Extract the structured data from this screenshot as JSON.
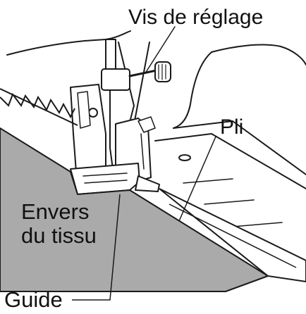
{
  "labels": {
    "adjust_screw": "Vis de réglage",
    "fold": "Pli",
    "fabric_back_line1": "Envers",
    "fabric_back_line2": "du tissu",
    "guide": "Guide"
  },
  "colors": {
    "fabric": "#aaaaaa",
    "line": "#1a1a1a",
    "background": "#ffffff"
  }
}
